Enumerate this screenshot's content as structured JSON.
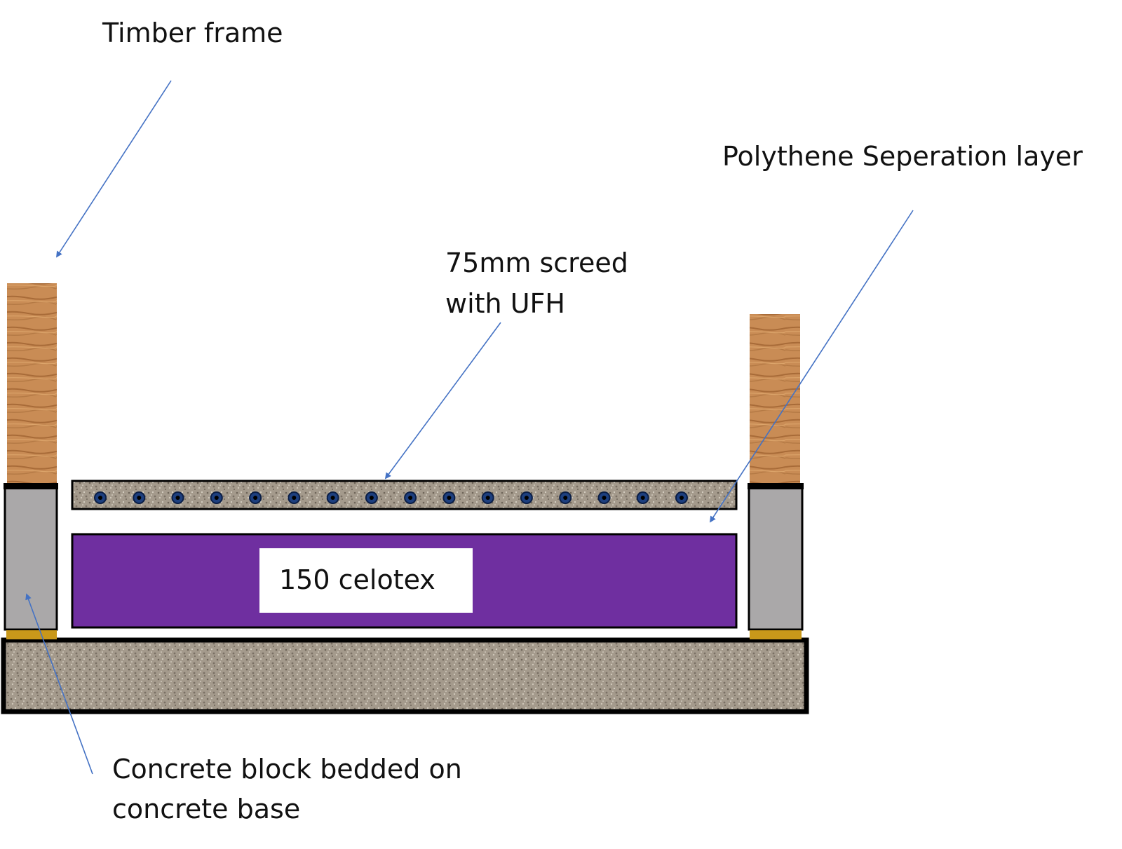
{
  "labels": {
    "timber_frame": "Timber frame",
    "polythene": "Polythene Seperation layer",
    "screed_line1": "75mm screed",
    "screed_line2": "with UFH",
    "celotex": "150 celotex",
    "block_line1": "Concrete block bedded on",
    "block_line2": "concrete base"
  },
  "colors": {
    "timber": "#c98c55",
    "timber_grain": "#9a6131",
    "block": "#aaa8a9",
    "bedding": "#c9981a",
    "concrete": "#a49a8c",
    "celotex": "#6f2fa0",
    "pipe": "#1d3f7f",
    "arrow": "#4472c4",
    "outline": "#000000"
  },
  "ufh_pipe_count": 16
}
